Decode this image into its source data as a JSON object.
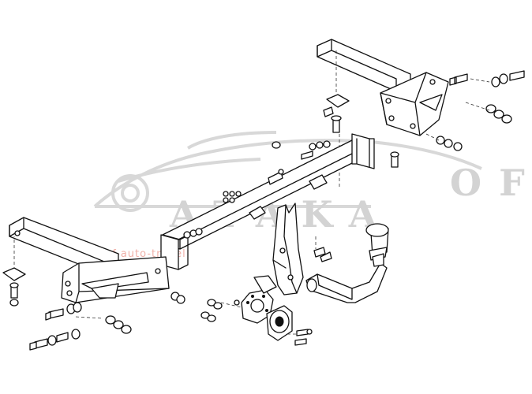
{
  "watermark": {
    "brand": "ATAKA",
    "side_text": "OF",
    "url_fragment": "prof-auto-travel",
    "color": "#d3d3d3",
    "url_color": "#f0b0a8"
  },
  "colors": {
    "line": "#111111",
    "background": "#ffffff"
  }
}
